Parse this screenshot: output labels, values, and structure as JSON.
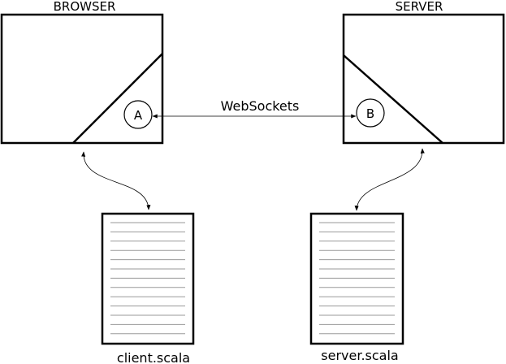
{
  "browser": {
    "title": "BROWSER"
  },
  "server": {
    "title": "SERVER"
  },
  "connection": {
    "label": "WebSockets"
  },
  "endpoints": {
    "a": "A",
    "b": "B"
  },
  "files": {
    "client": {
      "name": "client.scala",
      "line_count": 13
    },
    "server": {
      "name": "server.scala",
      "line_count": 13
    }
  },
  "colors": {
    "stroke": "#000000",
    "page_line": "#9a9a9a",
    "background": "#ffffff"
  }
}
